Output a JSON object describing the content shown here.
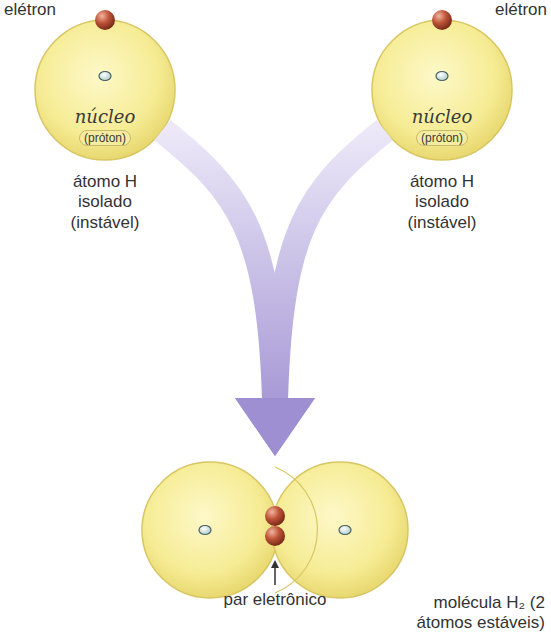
{
  "diagram": {
    "nodes": [
      {
        "text": [
          "núcleo",
          "(próton)"
        ]
      },
      {
        "text": [
          "núcleo",
          "(próton)"
        ]
      },
      {
        "text": [
          "molécula H₂ (2 átomos estáveis)"
        ]
      }
    ],
    "edges": [
      {
        "from": 0,
        "to": 2,
        "arrow": "to"
      },
      {
        "from": 1,
        "to": 2,
        "arrow": "to"
      }
    ],
    "labels": [
      "elétron",
      "elétron",
      "átomo H isolado (instável)",
      "átomo H isolado (instável)",
      "par eletrônico"
    ]
  }
}
